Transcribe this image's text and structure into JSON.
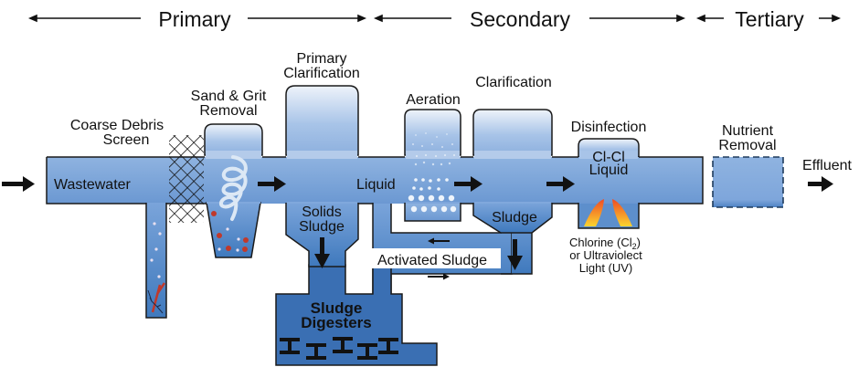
{
  "stages": {
    "primary": "Primary",
    "secondary": "Secondary",
    "tertiary": "Tertiary"
  },
  "labels": {
    "coarse_debris_1": "Coarse Debris",
    "coarse_debris_2": "Screen",
    "sand_grit_1": "Sand & Grit",
    "sand_grit_2": "Removal",
    "primary_clar_1": "Primary",
    "primary_clar_2": "Clarification",
    "aeration": "Aeration",
    "clarification": "Clarification",
    "disinfection": "Disinfection",
    "nutrient_1": "Nutrient",
    "nutrient_2": "Removal",
    "effluent": "Effluent",
    "wastewater": "Wastewater",
    "liquid": "Liquid",
    "solids_1": "Solids",
    "solids_2": "Sludge",
    "sludge": "Sludge",
    "activated_sludge": "Activated Sludge",
    "digesters_1": "Sludge",
    "digesters_2": "Digesters",
    "clcl_1": "Cl-Cl",
    "clcl_2": "Liquid",
    "chlorine_1": "Chlorine (Cl",
    "chlorine_sub": "2",
    "chlorine_close": ")",
    "chlorine_2": "or Ultraviolect",
    "chlorine_3": "Light (UV)"
  },
  "colors": {
    "water_light": "#dce8f5",
    "water_mid": "#8fb3e0",
    "water_dark": "#3f79bd",
    "digester": "#3a6fb3",
    "outline": "#1a1a1a",
    "grit": "#c0392b",
    "flame_outer": "#f04e23",
    "flame_inner": "#fbd22e"
  }
}
